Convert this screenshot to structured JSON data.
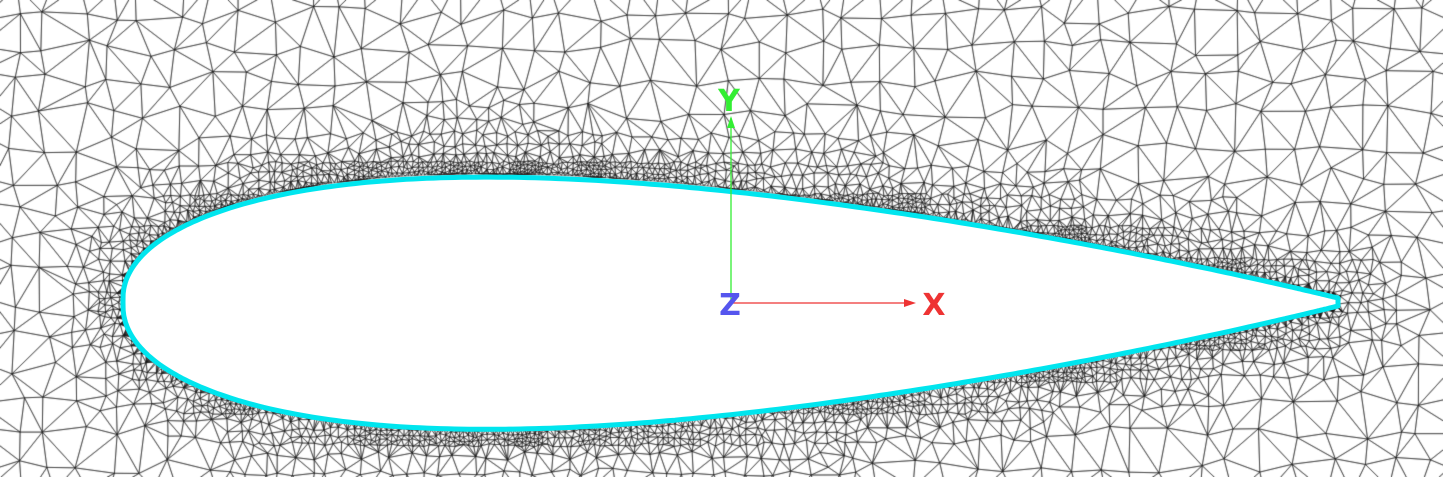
{
  "viewport": {
    "background": "#ffffff",
    "mesh_line_color": "#1a1a1a",
    "mesh_type": "unstructured-triangular"
  },
  "airfoil": {
    "outline_color": "#00e5ee",
    "fill_color": "#ffffff"
  },
  "triad": {
    "x": {
      "label": "X",
      "color": "#ee3333"
    },
    "y": {
      "label": "Y",
      "color": "#33ee33"
    },
    "z": {
      "label": "Z",
      "color": "#5555ee"
    }
  }
}
